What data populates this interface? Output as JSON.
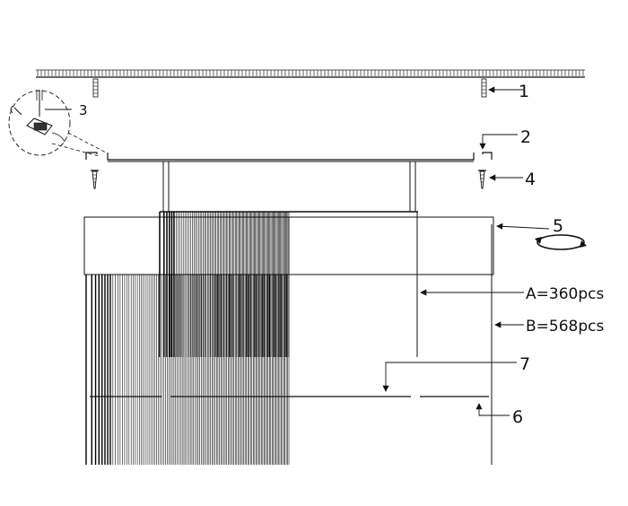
{
  "callouts": {
    "c1": "1",
    "c2": "2",
    "c3": "3",
    "c4": "4",
    "c5": "5",
    "c6": "6",
    "c7": "7"
  },
  "dimensions": {
    "a": "A=360pcs",
    "b": "B=568pcs"
  },
  "icons": {
    "rotate": "rotate-arrow-icon",
    "screw": "screw-icon",
    "bracket_detail": "bracket-detail-icon"
  },
  "colors": {
    "line": "#111111",
    "background": "#ffffff"
  }
}
